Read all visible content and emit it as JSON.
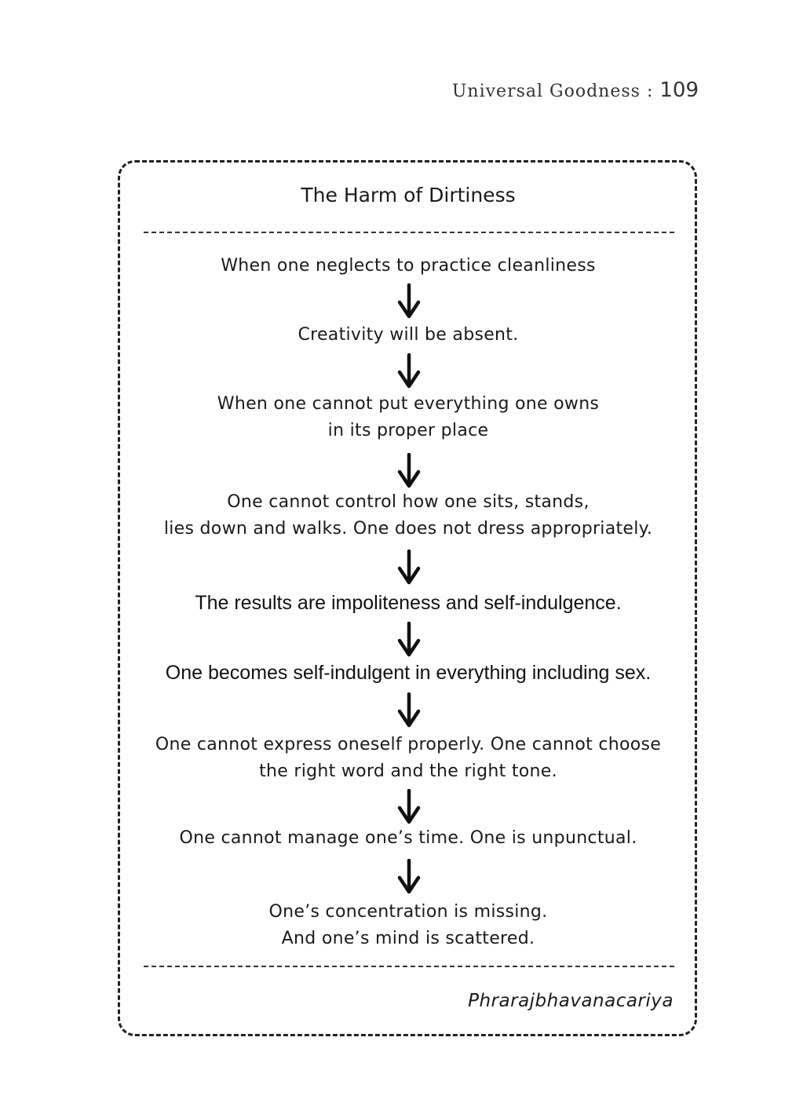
{
  "header": {
    "running_title": "Universal Goodness",
    "separator": ":",
    "page_number": "109"
  },
  "box": {
    "title": "The Harm of Dirtiness",
    "steps": [
      {
        "lines": [
          "When one neglects to practice cleanliness"
        ]
      },
      {
        "lines": [
          "Creativity will be absent."
        ]
      },
      {
        "lines": [
          "When one cannot put everything one owns",
          "in its proper place"
        ]
      },
      {
        "lines": [
          "One cannot control how one sits, stands,",
          "lies down and walks. One does not dress appropriately."
        ]
      },
      {
        "lines": [
          "The results are impoliteness and self-indulgence."
        ]
      },
      {
        "lines": [
          "One becomes self-indulgent in everything including sex."
        ]
      },
      {
        "lines": [
          "One cannot express oneself properly. One cannot choose",
          "the right word and the right tone."
        ]
      },
      {
        "lines": [
          "One cannot manage one’s time.  One is unpunctual."
        ]
      },
      {
        "lines": [
          "One’s concentration is missing.",
          "And one’s mind is scattered."
        ]
      }
    ],
    "signature": "Phrarajbhavanacariya"
  }
}
